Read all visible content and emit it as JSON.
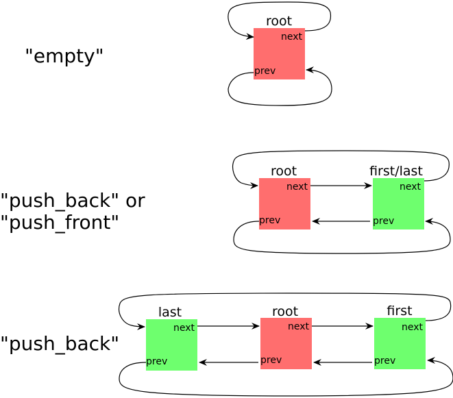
{
  "rows": [
    {
      "caption": [
        "\"empty\""
      ],
      "nodes": [
        {
          "title": "root",
          "next": "next",
          "prev": "prev",
          "color": "#ff6e6e"
        }
      ]
    },
    {
      "caption": [
        "\"push_back\" or",
        "\"push_front\""
      ],
      "nodes": [
        {
          "title": "root",
          "next": "next",
          "prev": "prev",
          "color": "#ff6e6e"
        },
        {
          "title": "first/last",
          "next": "next",
          "prev": "prev",
          "color": "#6eff6e"
        }
      ]
    },
    {
      "caption": [
        "\"push_back\""
      ],
      "nodes": [
        {
          "title": "last",
          "next": "next",
          "prev": "prev",
          "color": "#6eff6e"
        },
        {
          "title": "root",
          "next": "next",
          "prev": "prev",
          "color": "#ff6e6e"
        },
        {
          "title": "first",
          "next": "next",
          "prev": "prev",
          "color": "#6eff6e"
        }
      ]
    }
  ]
}
